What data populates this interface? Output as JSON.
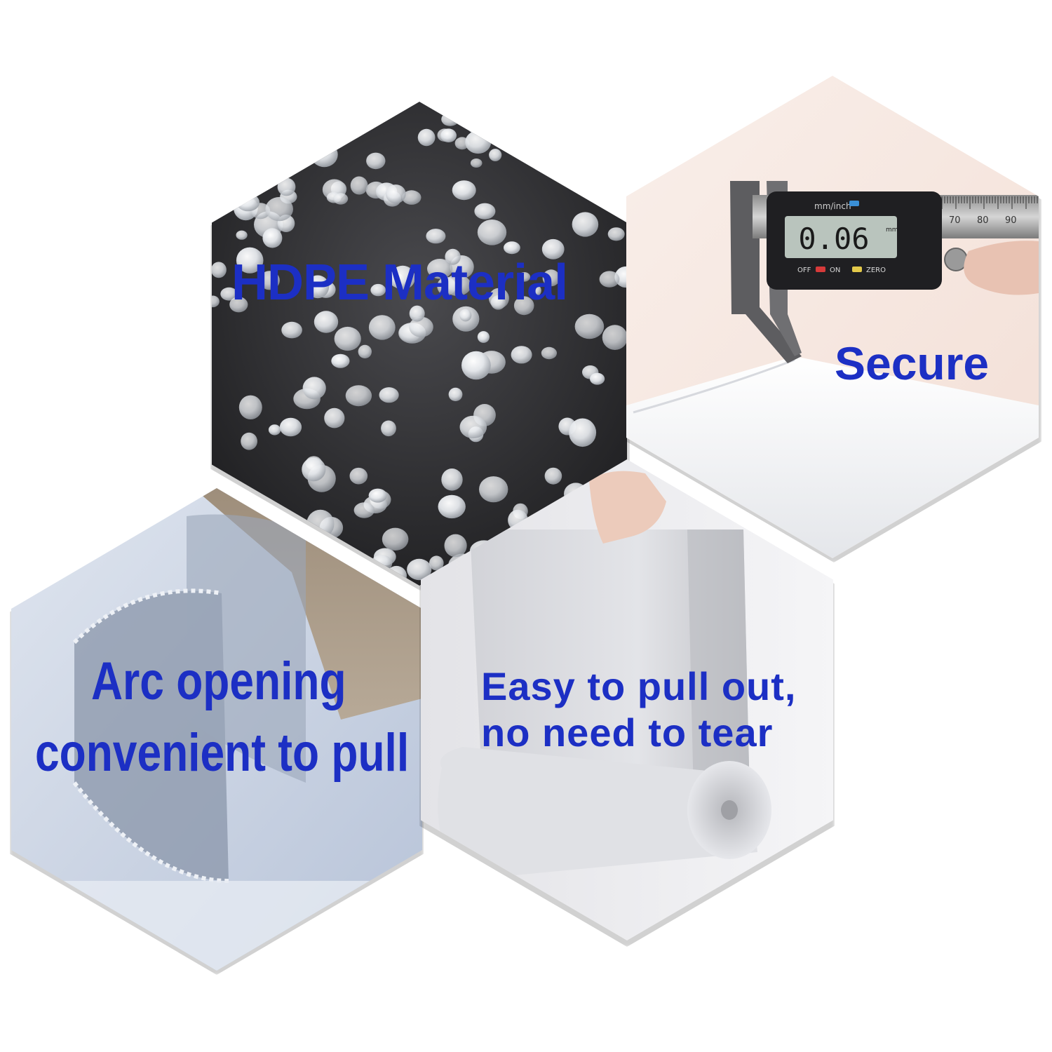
{
  "tiles": [
    {
      "id": "hdpe",
      "label": "HDPE Material",
      "icon": "plastic-pellets-image",
      "background": "#2b2b2d"
    },
    {
      "id": "secure",
      "label": "Secure",
      "icon": "digital-caliper-image",
      "caliper": {
        "unit_label": "mm/inch",
        "reading": "0.06",
        "reading_unit": "mm",
        "buttons": [
          "OFF",
          "ON",
          "ZERO"
        ],
        "scale_numbers": [
          "70",
          "80",
          "90"
        ]
      },
      "background": "#f7e8e1"
    },
    {
      "id": "arc",
      "lines": [
        "Arc opening",
        "convenient to pull"
      ],
      "icon": "arc-opening-bag-image",
      "background": "#c9d2e4"
    },
    {
      "id": "pull",
      "lines": [
        "Easy to pull out,",
        "no need to tear"
      ],
      "icon": "bag-roll-image",
      "background": "#e9e9ec"
    }
  ],
  "colors": {
    "text": "#1c2fc4",
    "page_background": "#ffffff"
  }
}
